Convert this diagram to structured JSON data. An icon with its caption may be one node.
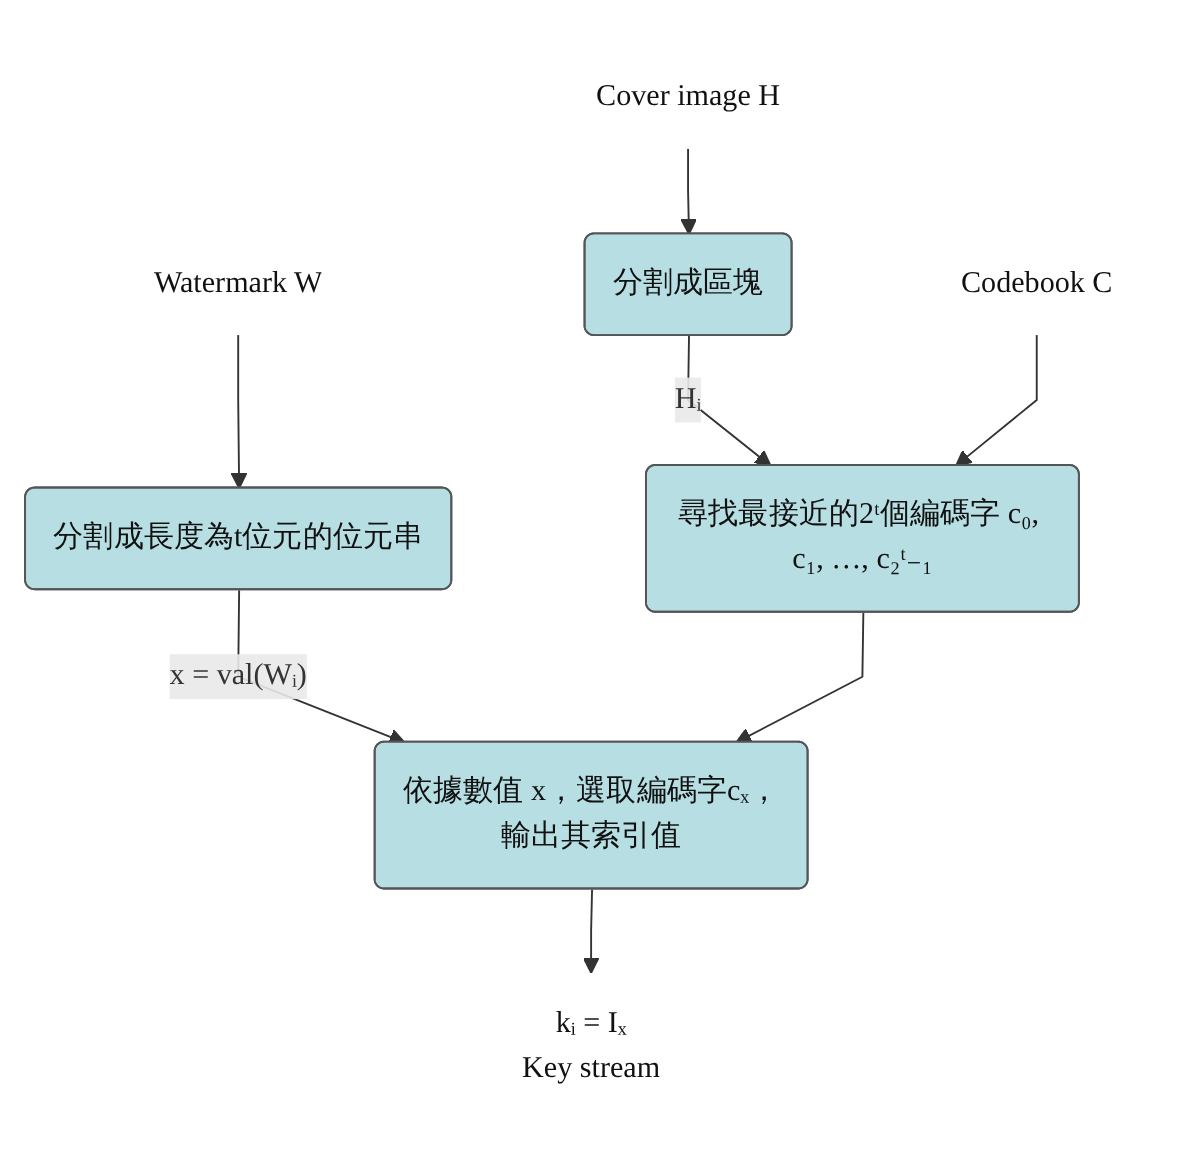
{
  "diagram": {
    "nodes": [
      {
        "text": [
          "Cover image H"
        ]
      },
      {
        "text": [
          "分割成區塊"
        ]
      },
      {
        "text": [
          "尋找最接近的2ᵗ個編碼字 c₀, c₁, …, c₂ᵗ₋₁"
        ]
      },
      {
        "text": [
          "Codebook C"
        ]
      },
      {
        "text": [
          "Watermark W"
        ]
      },
      {
        "text": [
          "分割成長度為t位元的位元串"
        ]
      },
      {
        "text": [
          "依據數值 x，選取編碼字cₓ，輸出其索引值"
        ]
      },
      {
        "text": [
          "kᵢ = Iₓ",
          "Key stream"
        ]
      }
    ],
    "edges": [
      {
        "from": 0,
        "to": 1,
        "arrow": "to"
      },
      {
        "from": 1,
        "to": 2,
        "arrow": "to",
        "label": "Hᵢ"
      },
      {
        "from": 3,
        "to": 2,
        "arrow": "to"
      },
      {
        "from": 4,
        "to": 5,
        "arrow": "to"
      },
      {
        "from": 5,
        "to": 6,
        "arrow": "to",
        "label": "x = val(Wᵢ)"
      },
      {
        "from": 2,
        "to": 6,
        "arrow": "to"
      },
      {
        "from": 6,
        "to": 7,
        "arrow": "to"
      }
    ]
  }
}
